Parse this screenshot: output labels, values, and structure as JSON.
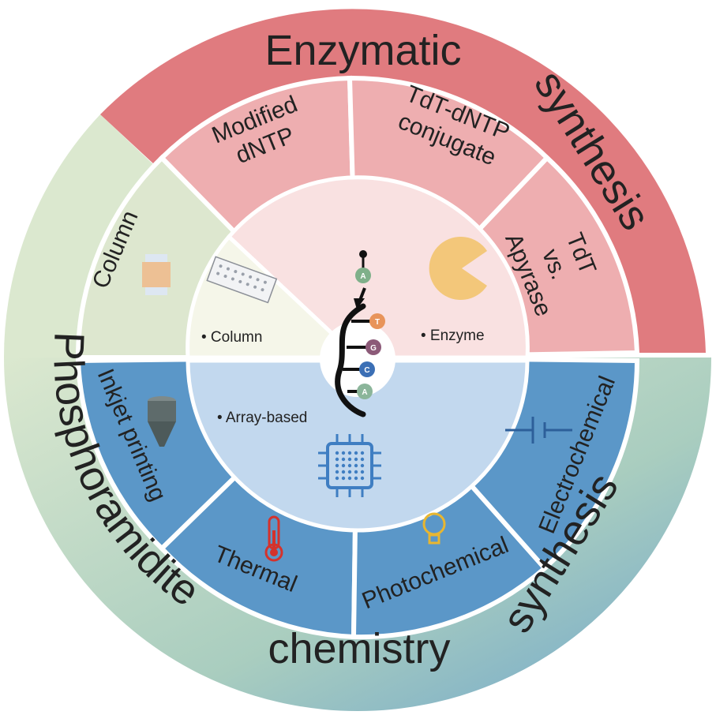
{
  "colors": {
    "enzymatic_outer": "#e07b7f",
    "enzymatic_mid": "#eeaeb0",
    "enzymatic_core": "#f9e1e1",
    "column_mid": "#dde7cf",
    "column_core": "#f5f6e9",
    "array_outer": "#5b8fbf",
    "array_mid": "#5b97c8",
    "array_core": "#c2d8ee",
    "phospho_outer": "#b9d4c2"
  },
  "outer_ring": {
    "enzymatic": {
      "word1": "Enzymatic",
      "word2": "synthesis"
    },
    "phosphoramidite": {
      "word1": "Phosphoramidite",
      "word2": "chemistry",
      "word3": "synthesis"
    }
  },
  "segments": {
    "modified_dntp": [
      "Modified",
      "dNTP"
    ],
    "tdt_conjugate": [
      "TdT-dNTP",
      "conjugate"
    ],
    "tdt_apyrase": [
      "TdT",
      "vs.",
      "Apyrase"
    ],
    "column": "Column",
    "inkjet": "Inkjet printing",
    "thermal": "Thermal",
    "photochemical": "Photochemical",
    "electrochemical": "Electrochemical"
  },
  "core": {
    "column": "• Column",
    "enzyme": "• Enzyme",
    "array": "• Array-based"
  },
  "bases": [
    "A",
    "T",
    "G",
    "C",
    "A"
  ],
  "icons": [
    "column-cartridge-icon",
    "inkjet-nozzle-icon",
    "thermometer-icon",
    "lightbulb-icon",
    "capacitor-icon",
    "microchip-icon",
    "well-plate-icon",
    "pacman-enzyme-icon"
  ]
}
